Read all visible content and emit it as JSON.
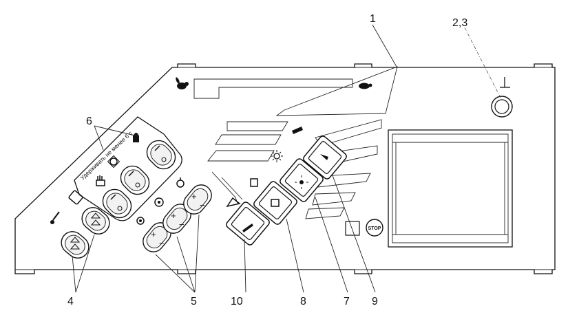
{
  "panel_text": {
    "hold_instruction": "Удерживать не менее 6 с",
    "stop_label": "STOP"
  },
  "callouts": {
    "c1": "1",
    "c23": "2,3",
    "c4": "4",
    "c5": "5",
    "c6": "6",
    "c7": "7",
    "c8": "8",
    "c9": "9",
    "c10": "10"
  },
  "colors": {
    "line": "#111111",
    "background": "#ffffff",
    "icon": "#111111"
  },
  "icons": [
    "rabbit-icon",
    "turtle-icon",
    "glove-icon",
    "wiper-icon",
    "trash-icon",
    "engine-icon",
    "hopper-icon",
    "sun-icon",
    "light-icon",
    "fan-icon",
    "stop-icon",
    "toggle-icon"
  ]
}
